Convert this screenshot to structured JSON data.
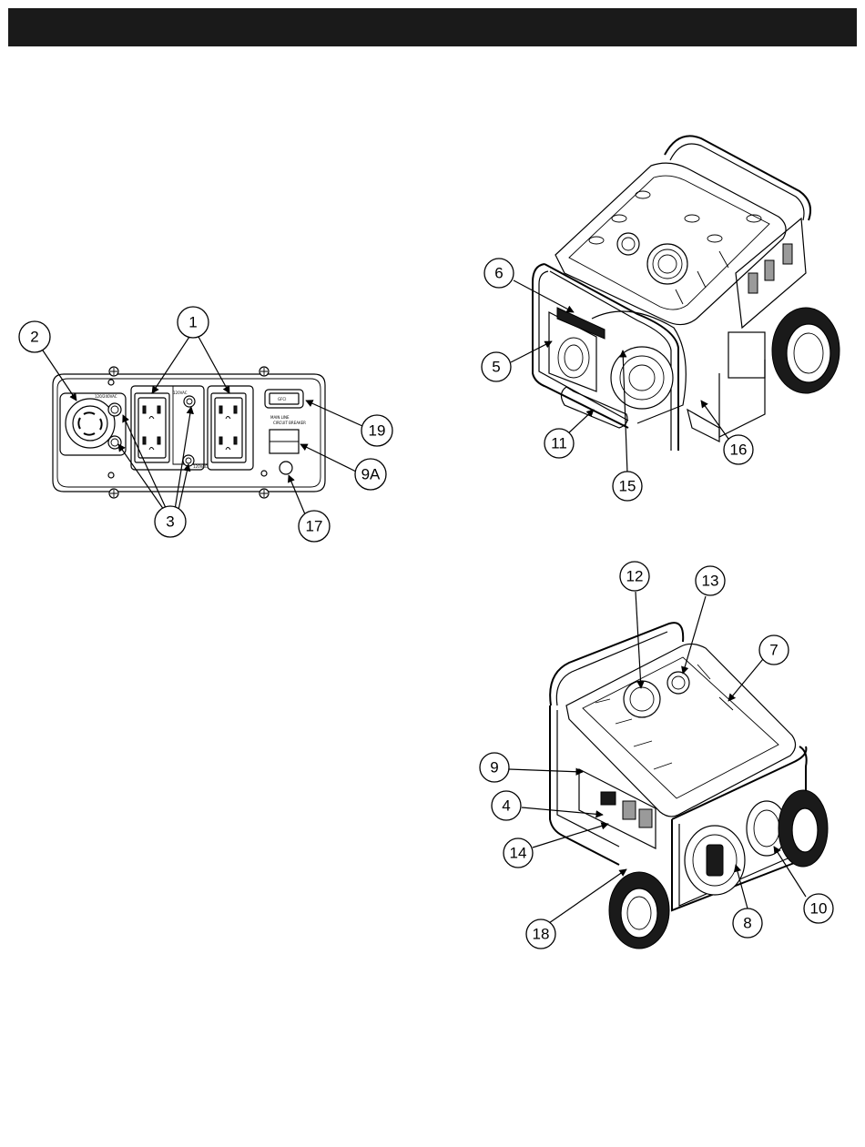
{
  "panel_labels": {
    "twistlock": "120/240VAC",
    "duplex_top": "120VAC",
    "duplex_bottom": "120VAC",
    "gfci": "GFCI",
    "breaker_caption_1": "MAIN LINE",
    "breaker_caption_2": "CIRCUIT BREAKER"
  },
  "callouts": {
    "panel": [
      "1",
      "2",
      "3",
      "17",
      "19",
      "9A"
    ],
    "generator_top": [
      "5",
      "6",
      "11",
      "15",
      "16"
    ],
    "generator_bottom": [
      "4",
      "7",
      "8",
      "9",
      "10",
      "12",
      "13",
      "14",
      "18"
    ]
  }
}
